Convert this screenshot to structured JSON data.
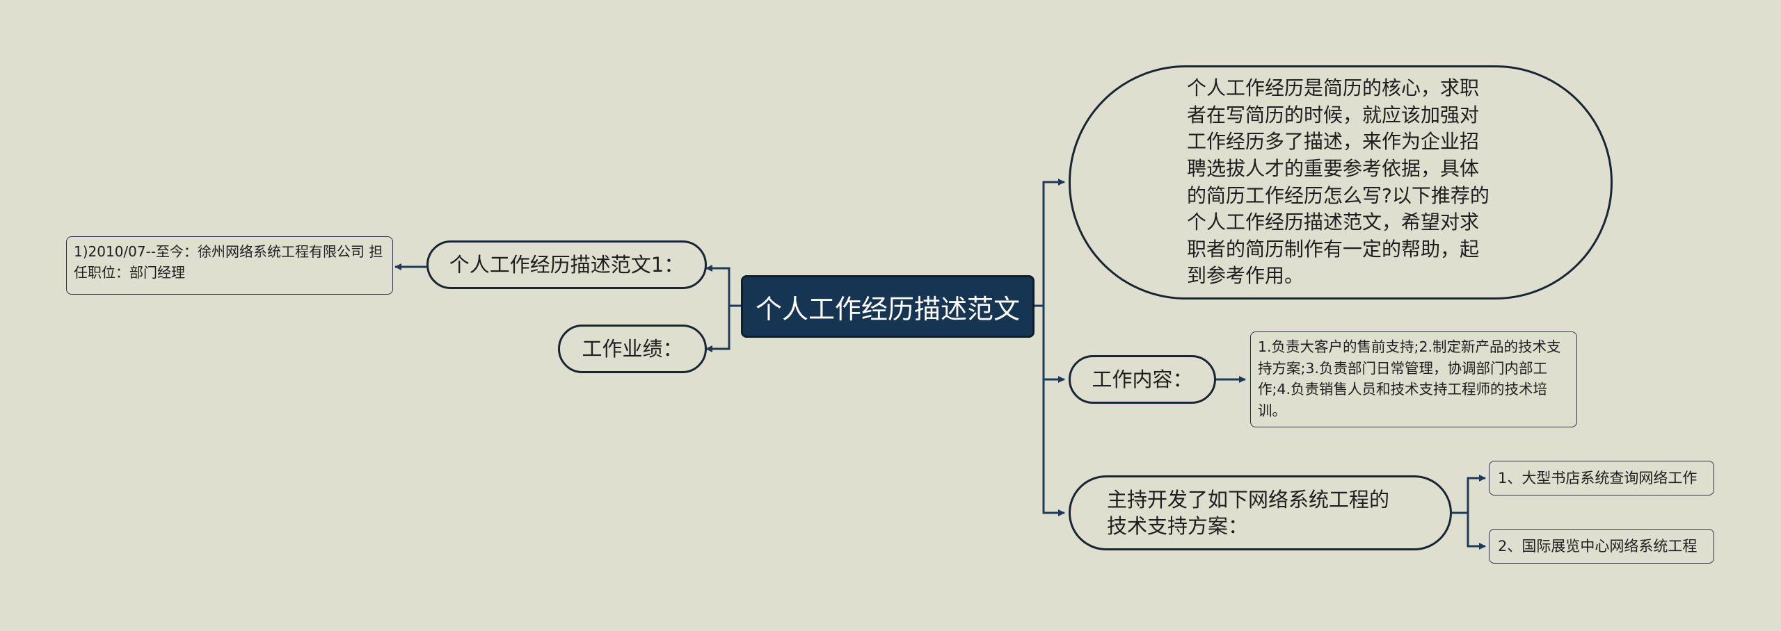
{
  "root": {
    "text": "个人工作经历描述范文"
  },
  "left": [
    {
      "label": "个人工作经历描述范文1：",
      "child": "1)2010/07--至今：徐州网络系统工程有限公司 担任职位：部门经理"
    },
    {
      "label": "工作业绩："
    }
  ],
  "right": {
    "intro": "个人工作经历是简历的核心，求职者在写简历的时候，就应该加强对工作经历多了描述，来作为企业招聘选拔人才的重要参考依据，具体的简历工作经历怎么写?以下推荐的个人工作经历描述范文，希望对求职者的简历制作有一定的帮助，起到参考作用。",
    "content": {
      "label": "工作内容：",
      "detail": "1.负责大客户的售前支持;2.制定新产品的技术支持方案;3.负责部门日常管理，协调部门内部工作;4.负责销售人员和技术支持工程师的技术培训。"
    },
    "projects": {
      "label": "主持开发了如下网络系统工程的技术支持方案：",
      "items": [
        "1、大型书店系统查询网络工作",
        "2、国际展览中心网络系统工程"
      ]
    }
  },
  "colors": {
    "background": "#dfdfd0",
    "root_fill": "#163553",
    "line": "#1e3a5a"
  }
}
